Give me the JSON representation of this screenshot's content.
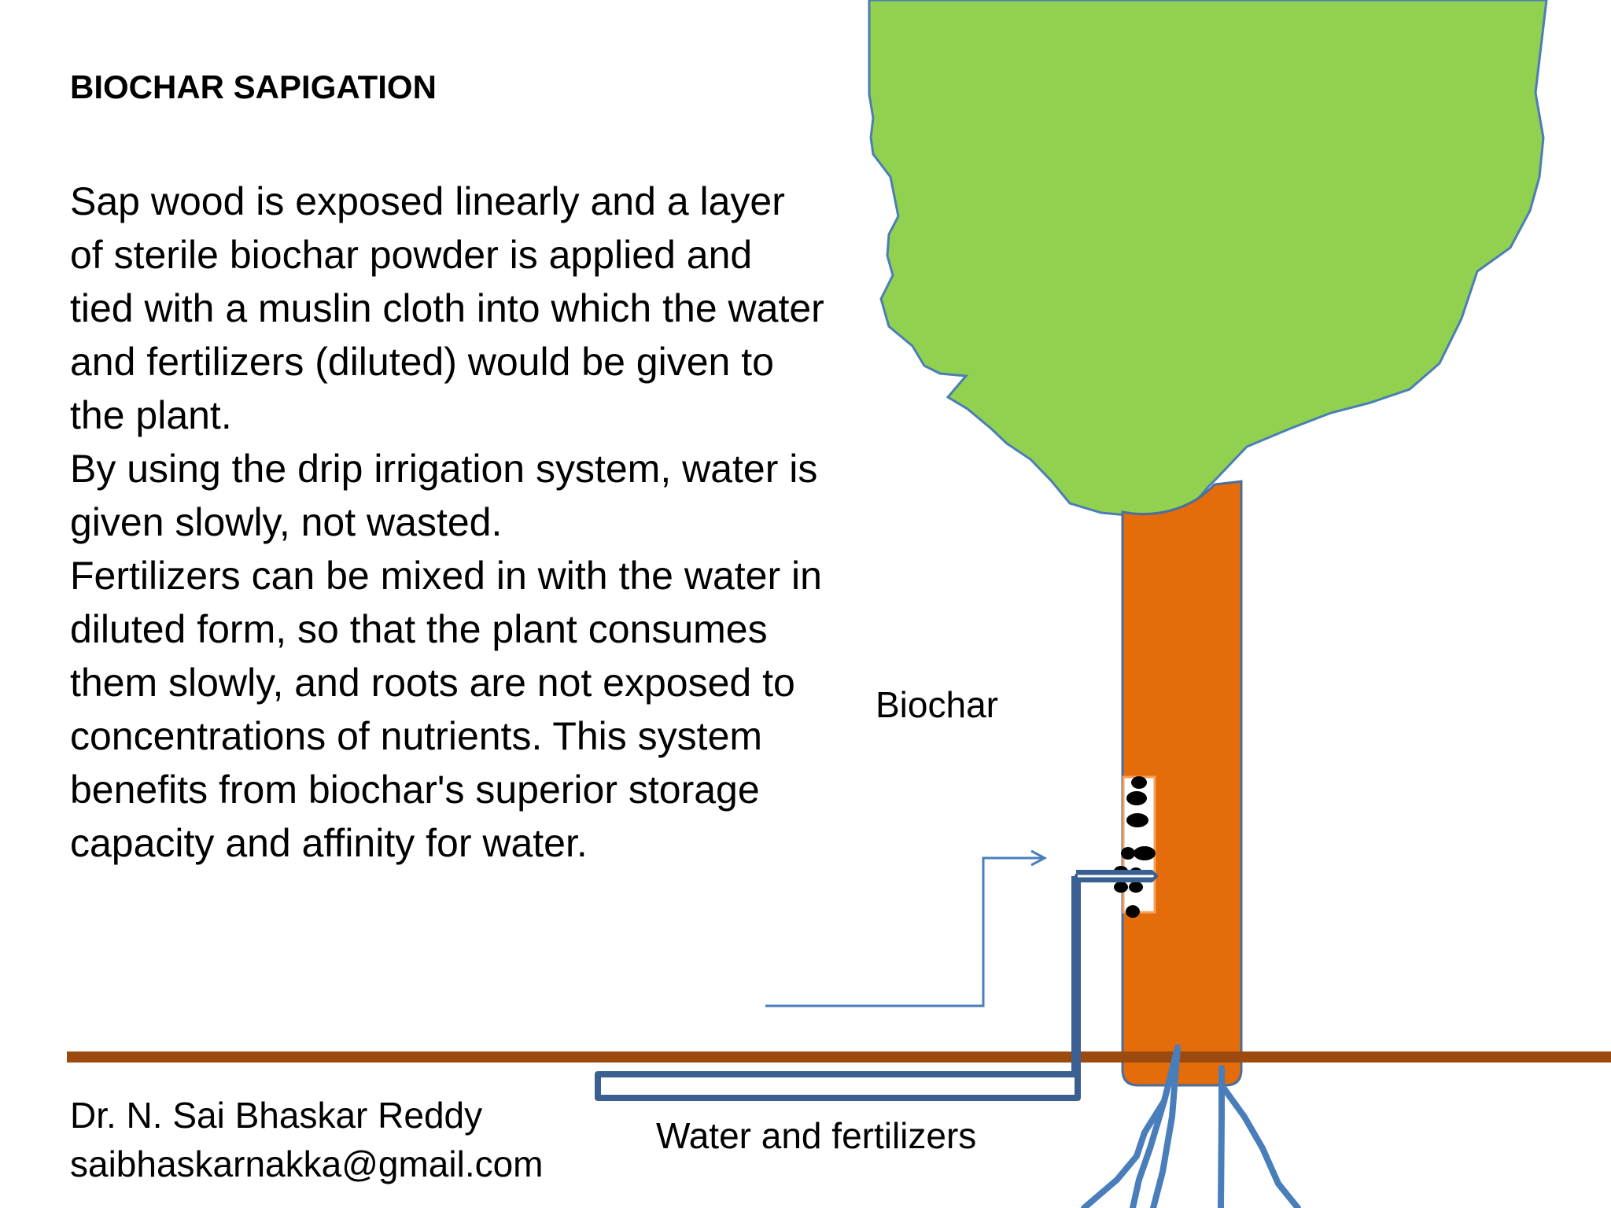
{
  "title": "BIOCHAR SAPIGATION",
  "body": {
    "paragraph1": "Sap wood is exposed linearly and a layer of sterile biochar powder is applied and tied with a muslin cloth into which the water and fertilizers (diluted) would be given to the plant.",
    "paragraph2": "By using the drip irrigation system, water is given slowly, not wasted.",
    "paragraph3": "Fertilizers can be mixed in with the water in diluted form, so that the plant consumes them slowly, and roots are not exposed to concentrations of nutrients. This system benefits from biochar's superior storage capacity and affinity for water."
  },
  "author": {
    "name": "Dr. N. Sai Bhaskar Reddy",
    "email": "saibhaskarnakka@gmail.com"
  },
  "diagram": {
    "label_biochar": "Biochar",
    "label_water": "Water and fertilizers",
    "colors": {
      "canopy": "#92d050",
      "canopy_outline": "#4a7eb5",
      "trunk": "#e46c0a",
      "trunk_outline": "#4a6ea0",
      "ground": "#9c4a0e",
      "pipe": "#3a5f91",
      "roots": "#4a7ebb",
      "arrow": "#4a7ebb",
      "biochar_dots": "#000000"
    }
  }
}
